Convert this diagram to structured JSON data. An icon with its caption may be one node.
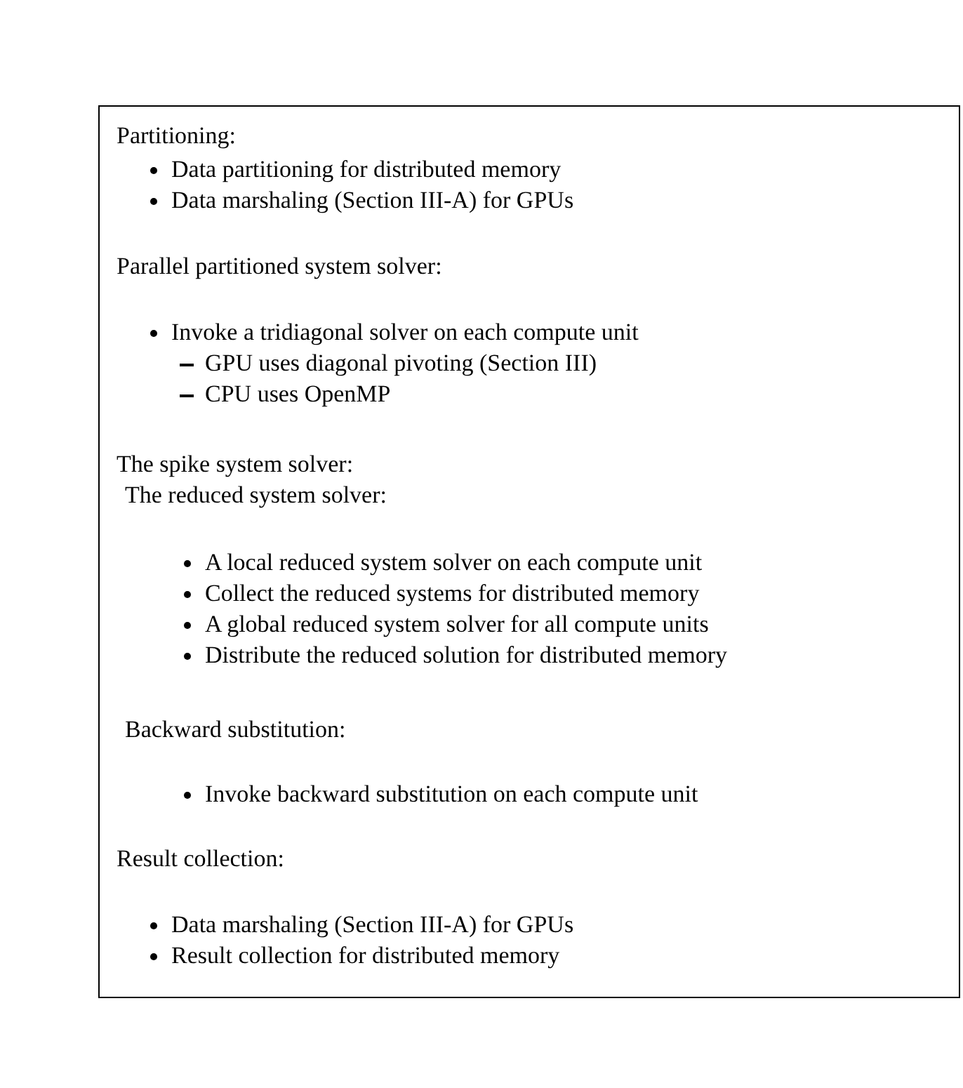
{
  "diagram": {
    "labels": [
      "Partitioning:",
      "Data partitioning for distributed memory",
      "Data marshaling (Section III-A) for GPUs",
      "Parallel partitioned system solver:",
      "Invoke a tridiagonal solver on each compute unit",
      "GPU uses diagonal pivoting (Section III)",
      "CPU uses OpenMP",
      "The spike system solver:",
      "The reduced system solver:",
      "A local reduced system solver on each compute unit",
      "Collect the reduced systems for distributed memory",
      "A global reduced system solver for all compute units",
      "Distribute the reduced solution for distributed memory",
      "Backward substitution:",
      "Invoke backward substitution on each compute unit",
      "Result collection:",
      "Data marshaling (Section III-A) for GPUs",
      "Result collection for distributed memory"
    ]
  }
}
